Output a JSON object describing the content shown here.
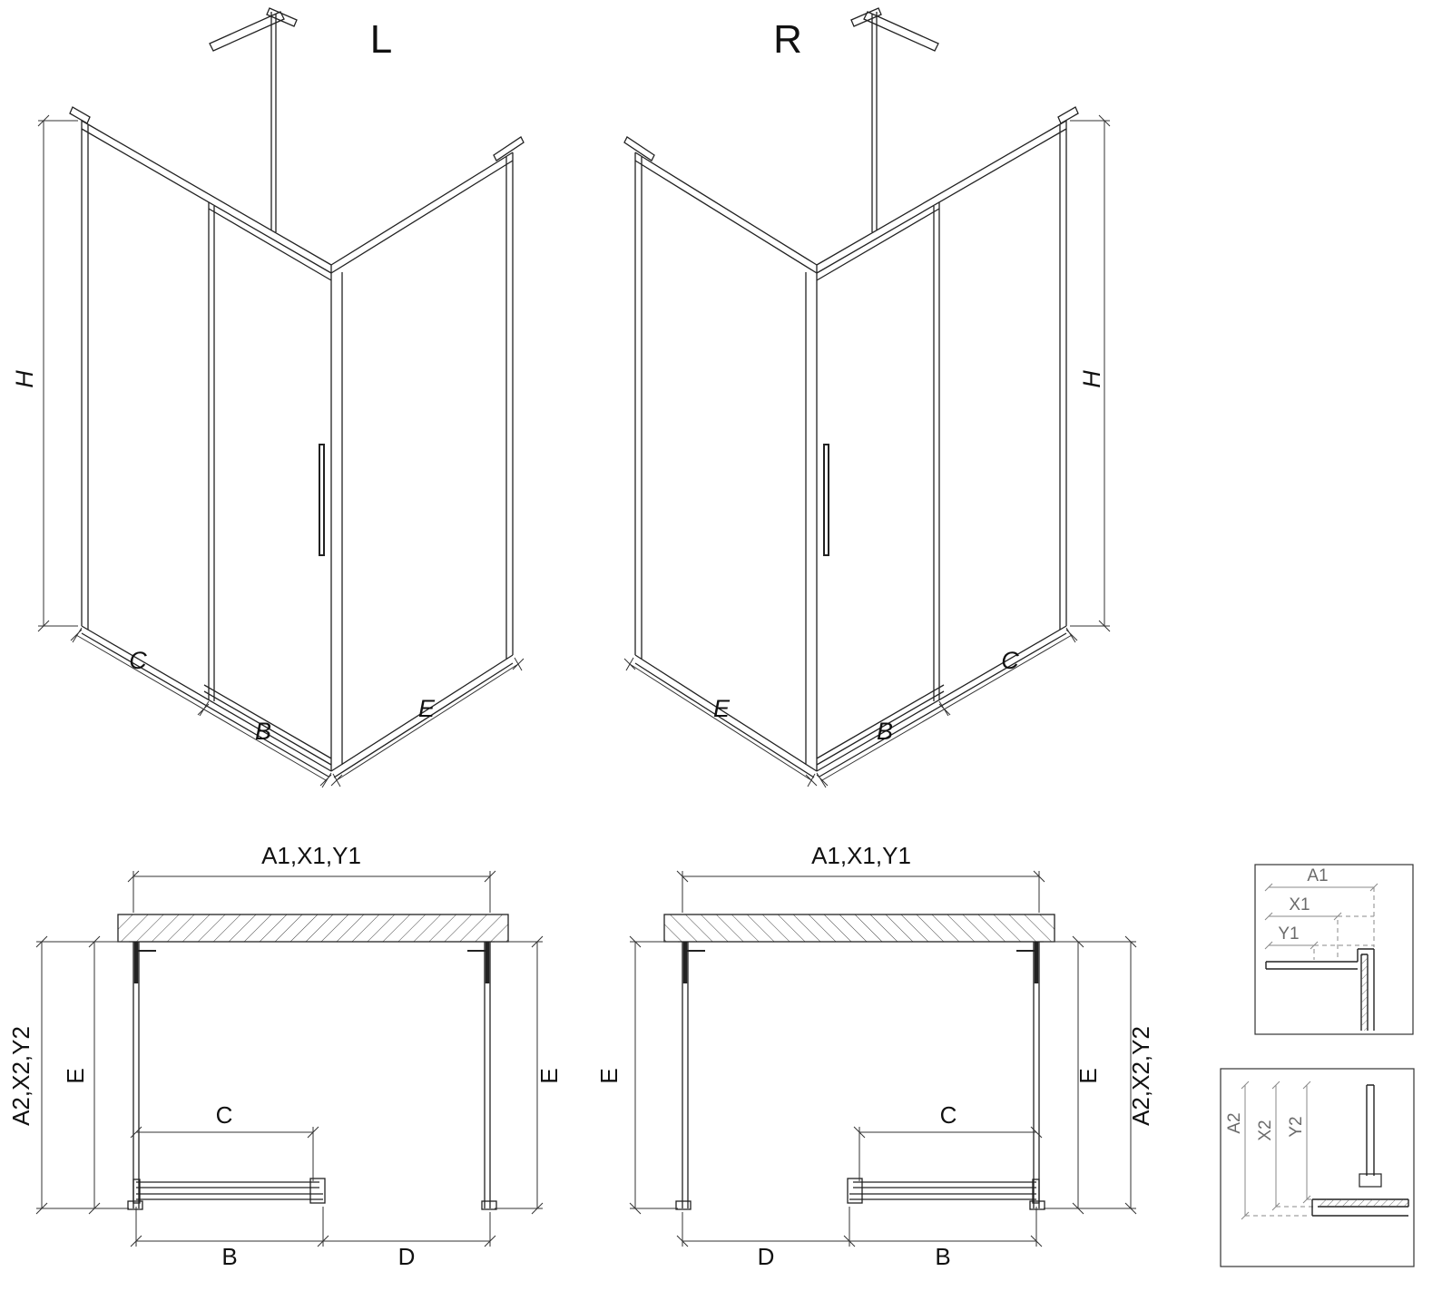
{
  "colors": {
    "background": "#ffffff",
    "line": "#222222",
    "dim_line": "#333333",
    "dim_text": "#111111",
    "detail_text": "#6b6b6b"
  },
  "iso_left": {
    "title": "L",
    "dim_height": "H",
    "dim_fixed_panel": "C",
    "dim_door": "B",
    "dim_side_panel": "E"
  },
  "iso_right": {
    "title": "R",
    "dim_height": "H",
    "dim_fixed_panel": "C",
    "dim_door": "B",
    "dim_side_panel": "E"
  },
  "plan_left": {
    "dim_top": "A1,X1,Y1",
    "dim_left_outer": "A2,X2,Y2",
    "dim_e_left": "E",
    "dim_e_right": "E",
    "dim_c": "C",
    "dim_b": "B",
    "dim_d": "D"
  },
  "plan_right": {
    "dim_top": "A1,X1,Y1",
    "dim_right_outer": "A2,X2,Y2",
    "dim_e_left": "E",
    "dim_e_right": "E",
    "dim_c": "C",
    "dim_b": "B",
    "dim_d": "D"
  },
  "detail_top": {
    "a1": "A1",
    "x1": "X1",
    "y1": "Y1"
  },
  "detail_bottom": {
    "a2": "A2",
    "x2": "X2",
    "y2": "Y2"
  }
}
